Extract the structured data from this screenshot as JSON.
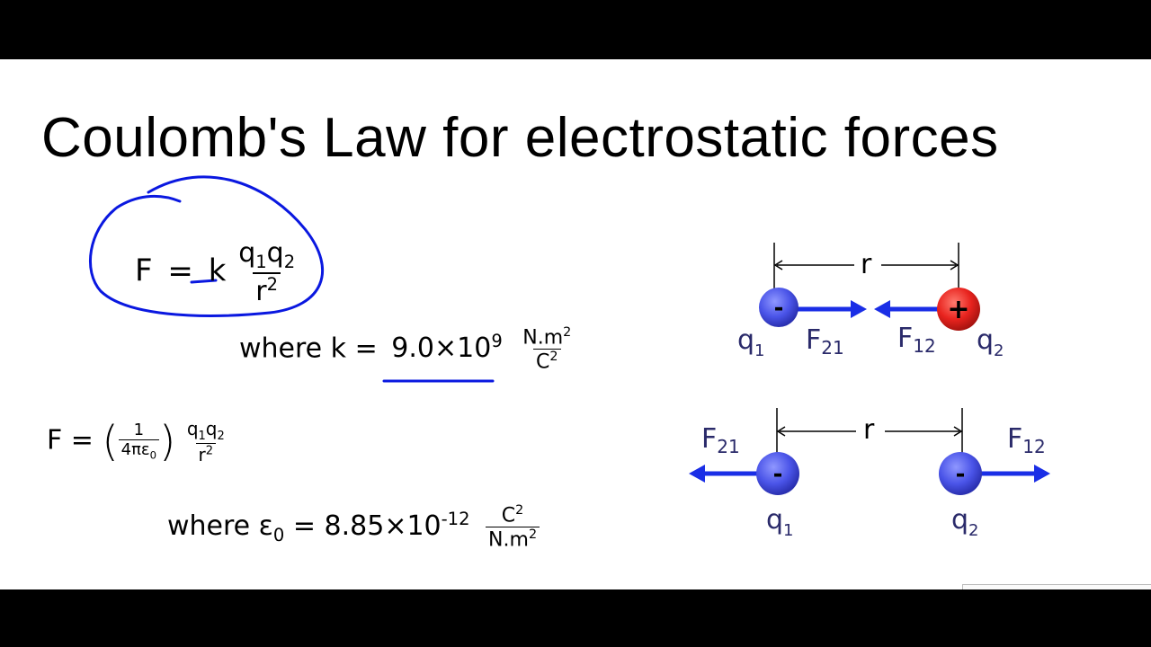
{
  "slide": {
    "title": "Coulomb's Law for electrostatic forces"
  },
  "formula1": {
    "lhs": "F",
    "eq": "=",
    "k": "k",
    "numerator": "q",
    "q1_sub": "1",
    "q2": "q",
    "q2_sub": "2",
    "denominator": "r",
    "den_sup": "2"
  },
  "k_definition": {
    "prefix": "where k =",
    "mantissa": "9.0×10",
    "exponent": "9",
    "unit_num": "N.m",
    "unit_num_sup": "2",
    "unit_den": "C",
    "unit_den_sup": "2"
  },
  "formula2": {
    "lhs": "F =",
    "inner_num": "1",
    "inner_den": "4πε",
    "inner_den_sub": "0",
    "q_num": "q",
    "q1_sub": "1",
    "q2": "q",
    "q2_sub": "2",
    "r_den": "r",
    "r_sup": "2"
  },
  "epsilon_definition": {
    "prefix": "where ε",
    "prefix_sub": "0",
    "eq": "= 8.85×10",
    "exponent": "-12",
    "unit_num": "C",
    "unit_num_sup": "2",
    "unit_den": "N.m",
    "unit_den_sup": "2"
  },
  "diagram_top": {
    "distance_label": "r",
    "charge1_sign": "-",
    "charge2_sign": "+",
    "q1_label": "q",
    "q1_sub": "1",
    "q2_label": "q",
    "q2_sub": "2",
    "f21_label": "F",
    "f21_sub": "21",
    "f12_label": "F",
    "f12_sub": "12"
  },
  "diagram_bottom": {
    "distance_label": "r",
    "charge1_sign": "-",
    "charge2_sign": "-",
    "q1_label": "q",
    "q1_sub": "1",
    "q2_label": "q",
    "q2_sub": "2",
    "f21_label": "F",
    "f21_sub": "21",
    "f12_label": "F",
    "f12_sub": "12"
  },
  "colors": {
    "annotation_blue": "#0a18e0",
    "charge_blue": "#4a54e8",
    "charge_red": "#e8231e",
    "arrow_blue": "#1a2ee6"
  }
}
